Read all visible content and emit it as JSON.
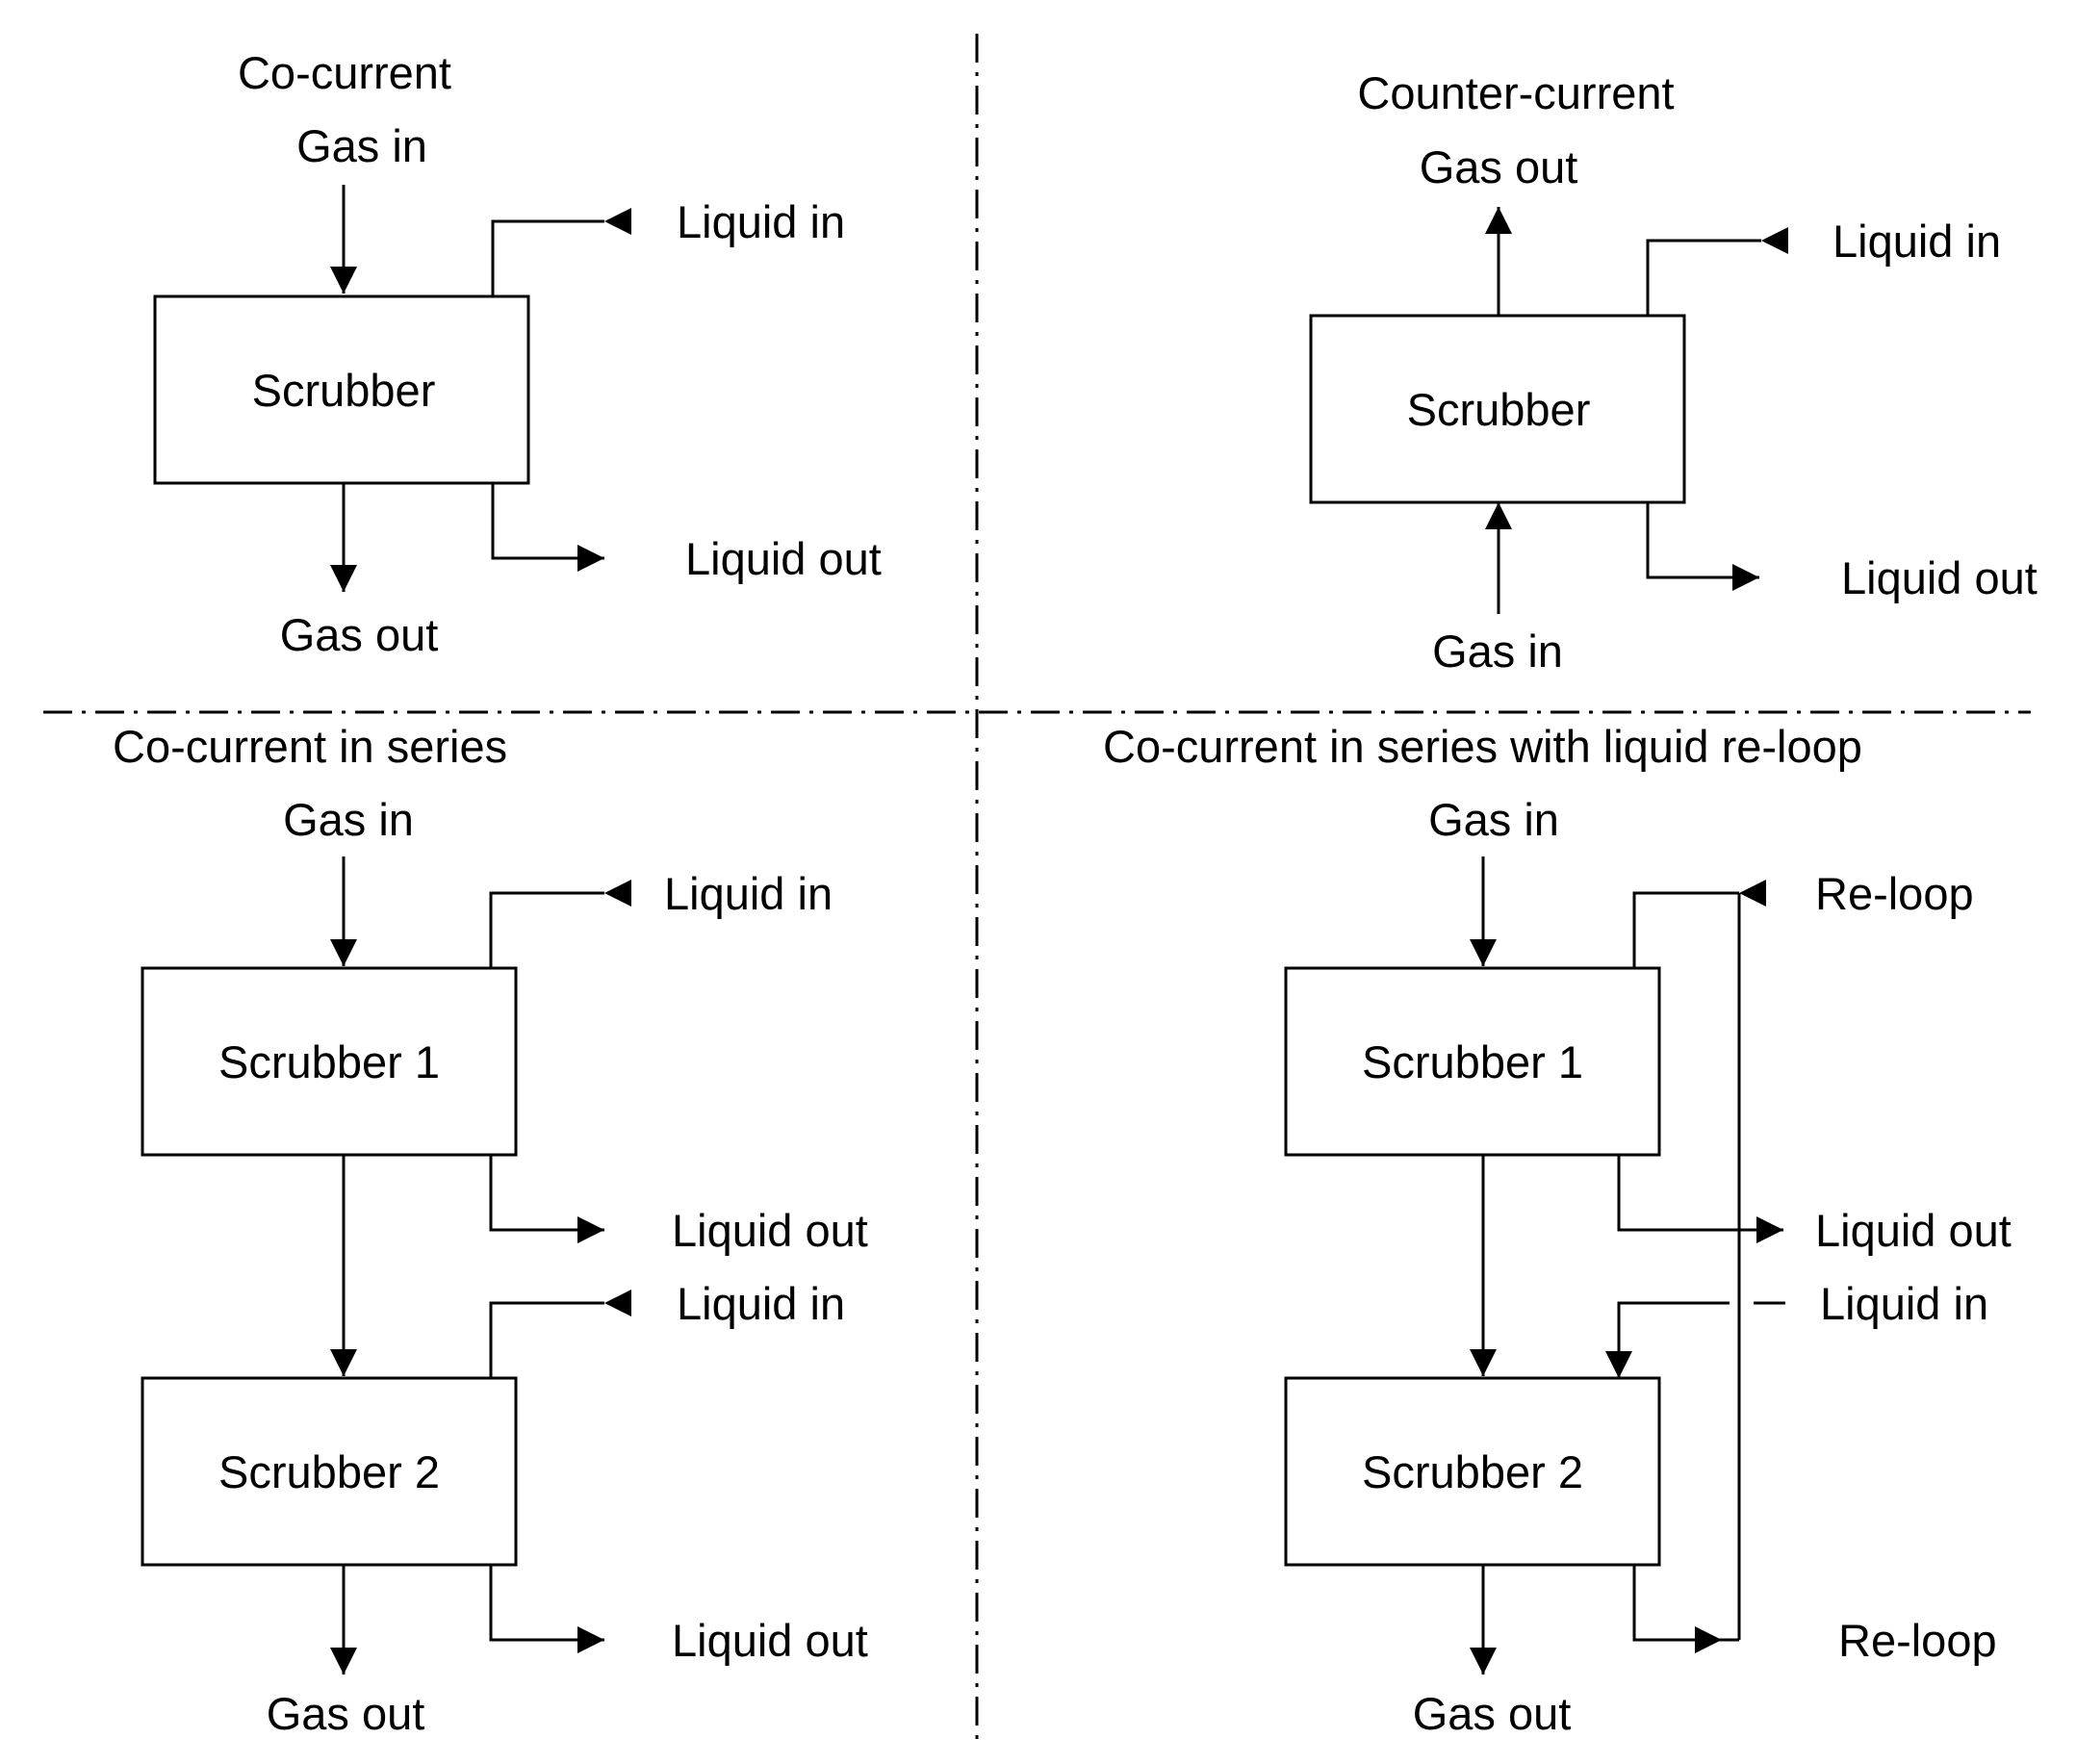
{
  "quadrants": {
    "top_left": {
      "title": "Co-current",
      "gas_in": "Gas in",
      "liquid_in": "Liquid in",
      "scrubber": "Scrubber",
      "liquid_out": "Liquid out",
      "gas_out": "Gas out"
    },
    "top_right": {
      "title": "Counter-current",
      "gas_out": "Gas out",
      "liquid_in": "Liquid in",
      "scrubber": "Scrubber",
      "liquid_out": "Liquid out",
      "gas_in": "Gas in"
    },
    "bottom_left": {
      "title": "Co-current in series",
      "gas_in": "Gas in",
      "liquid_in_1": "Liquid in",
      "scrubber_1": "Scrubber 1",
      "liquid_out_1": "Liquid out",
      "liquid_in_2": "Liquid in",
      "scrubber_2": "Scrubber 2",
      "liquid_out_2": "Liquid out",
      "gas_out": "Gas out"
    },
    "bottom_right": {
      "title": "Co-current in series with liquid re-loop",
      "gas_in": "Gas in",
      "reloop_top": "Re-loop",
      "scrubber_1": "Scrubber 1",
      "liquid_out": "Liquid out",
      "liquid_in": "Liquid in",
      "scrubber_2": "Scrubber 2",
      "reloop_bottom": "Re-loop",
      "gas_out": "Gas out"
    }
  }
}
